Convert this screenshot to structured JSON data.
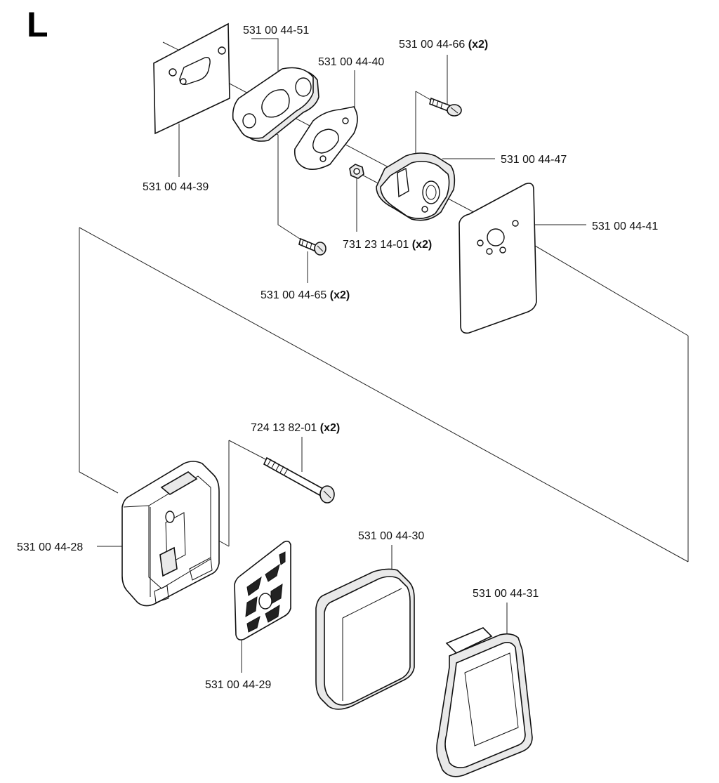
{
  "section_letter": "L",
  "labels": {
    "p39": {
      "num": "531 00 44-39",
      "qty": ""
    },
    "p51": {
      "num": "531 00 44-51",
      "qty": ""
    },
    "p40": {
      "num": "531 00 44-40",
      "qty": ""
    },
    "p66": {
      "num": "531 00 44-66",
      "qty": "(x2)"
    },
    "p47": {
      "num": "531 00 44-47",
      "qty": ""
    },
    "p41": {
      "num": "531 00 44-41",
      "qty": ""
    },
    "p7231": {
      "num": "731 23 14-01",
      "qty": "(x2)"
    },
    "p65": {
      "num": "531 00 44-65",
      "qty": "(x2)"
    },
    "p724": {
      "num": "724 13 82-01",
      "qty": "(x2)"
    },
    "p30": {
      "num": "531 00 44-30",
      "qty": ""
    },
    "p28": {
      "num": "531 00 44-28",
      "qty": ""
    },
    "p31": {
      "num": "531 00 44-31",
      "qty": ""
    },
    "p29": {
      "num": "531 00 44-29",
      "qty": ""
    }
  }
}
